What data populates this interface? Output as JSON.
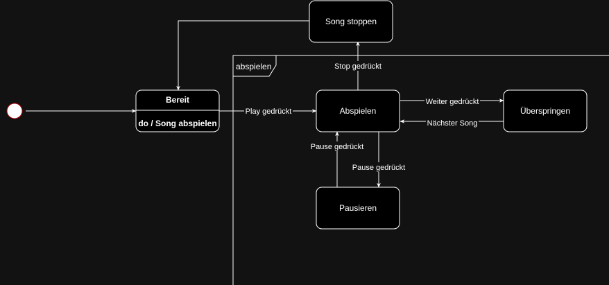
{
  "diagram": {
    "initial_state": "",
    "composite": {
      "label": "abspielen"
    },
    "states": {
      "bereit": {
        "title": "Bereit",
        "activity": "do / Song abspielen"
      },
      "abspielen": {
        "label": "Abspielen"
      },
      "song_stoppen": {
        "label": "Song stoppen"
      },
      "ueberspringen": {
        "label": "Überspringen"
      },
      "pausieren": {
        "label": "Pausieren"
      }
    },
    "transitions": {
      "play": "Play gedrückt",
      "stop": "Stop gedrückt",
      "weiter": "Weiter gedrückt",
      "naechster": "Nächster Song",
      "pause_to_pausieren": "Pause gedrückt",
      "pause_to_abspielen": "Pause gedrückt"
    },
    "colors": {
      "background": "#121212",
      "node_fill": "#000000",
      "stroke": "#ffffff",
      "initial_stroke": "#b20000"
    }
  }
}
